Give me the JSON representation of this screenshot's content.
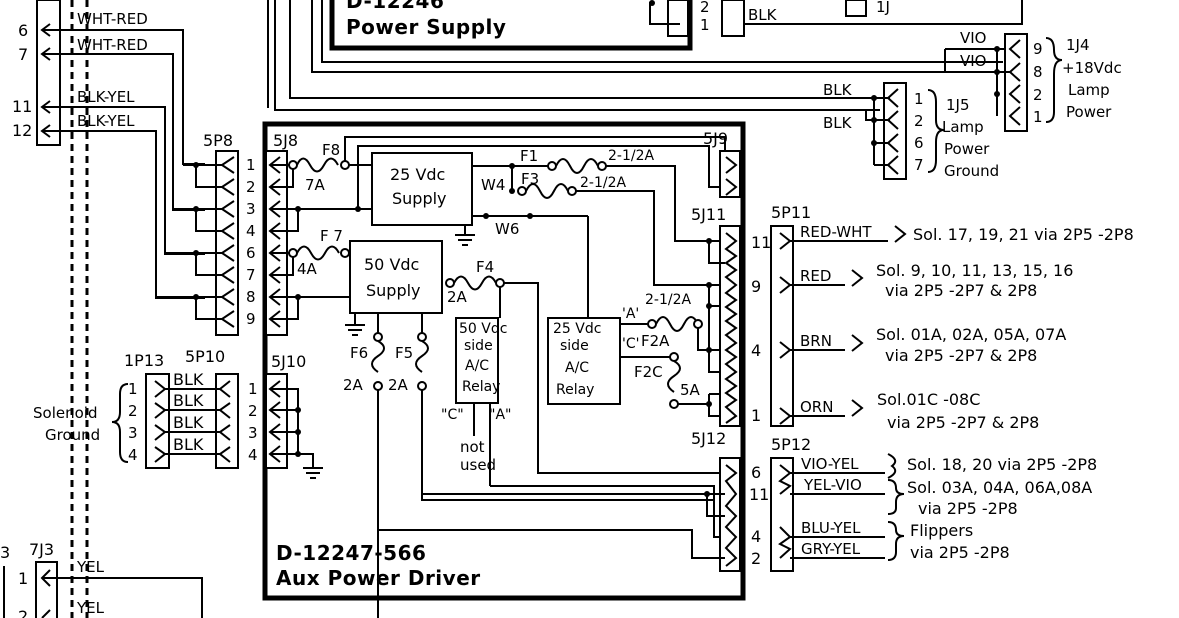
{
  "diagram": {
    "type": "wiring-schematic",
    "boards": {
      "power_supply": {
        "part_number": "D-12246",
        "name": "Power Supply"
      },
      "aux_power_driver": {
        "part_number": "D-12247-566",
        "name": "Aux Power Driver"
      }
    },
    "left_connector": {
      "pins": [
        "6",
        "7",
        "11",
        "12"
      ],
      "wires": [
        "WHT-RED",
        "WHT-RED",
        "BLK-YEL",
        "BLK-YEL"
      ]
    },
    "top_connectors": {
      "pins_a": [
        "2",
        "1"
      ],
      "wire_blk": "BLK",
      "label_1j": "1J"
    },
    "lamp_power": {
      "connector": "1J4",
      "voltage": "+18Vdc",
      "desc_1": "Lamp",
      "desc_2": "Power",
      "pins": [
        "9",
        "8",
        "2",
        "1"
      ],
      "wires": [
        "VIO",
        "VIO"
      ]
    },
    "lamp_ground": {
      "connector": "1J5",
      "desc_1": "Lamp",
      "desc_2": "Power",
      "desc_3": "Ground",
      "pins": [
        "1",
        "2",
        "6",
        "7"
      ],
      "wires": [
        "BLK",
        "BLK"
      ]
    },
    "p5p8": {
      "label": "5P8",
      "pins": [
        "1",
        "2",
        "3",
        "4",
        "6",
        "7",
        "8",
        "9"
      ]
    },
    "j5j8": {
      "label": "5J8"
    },
    "j5j9": {
      "label": "5J9"
    },
    "j5j10": {
      "label": "5J10",
      "pins": [
        "1",
        "2",
        "3",
        "4"
      ]
    },
    "j5j11": {
      "label": "5J11",
      "pins": [
        "11",
        "9",
        "4",
        "1"
      ]
    },
    "j5j12": {
      "label": "5J12",
      "pins": [
        "6",
        "11",
        "4",
        "2"
      ]
    },
    "supplies": {
      "s25": {
        "line1": "25 Vdc",
        "line2": "Supply"
      },
      "s50": {
        "line1": "50 Vdc",
        "line2": "Supply"
      }
    },
    "relays": {
      "r50": {
        "line1": "50 Vdc",
        "line2": "side",
        "line3": "A/C",
        "line4": "Relay",
        "tap_c": "\"C\"",
        "tap_a": "\"A\"",
        "note_1": "not",
        "note_2": "used"
      },
      "r25": {
        "line1": "25 Vdc",
        "line2": "side",
        "line3": "A/C",
        "line4": "Relay",
        "tap_a": "'A'",
        "tap_c": "'C'"
      }
    },
    "fuses": {
      "f1": {
        "name": "F1",
        "rating": "2-1/2A"
      },
      "f2a": {
        "name": "F2A",
        "rating": "2-1/2A"
      },
      "f2c": {
        "name": "F2C",
        "rating": "5A"
      },
      "f3": {
        "name": "F3",
        "rating": "2-1/2A"
      },
      "f4": {
        "name": "F4",
        "rating": "2A"
      },
      "f5": {
        "name": "F5",
        "rating": "2A"
      },
      "f6": {
        "name": "F6",
        "rating": "2A"
      },
      "f7": {
        "name": "F 7",
        "rating": "4A"
      },
      "f8": {
        "name": "F8",
        "rating": "7A"
      }
    },
    "jumpers": {
      "w4": "W4",
      "w6": "W6"
    },
    "p5p11": {
      "label": "5P11",
      "rows": [
        {
          "wire": "RED-WHT",
          "dest_1": "Sol. 17, 19, 21 via 2P5 -2P8",
          "dest_2": ""
        },
        {
          "wire": "RED",
          "dest_1": "Sol. 9, 10, 11, 13, 15, 16",
          "dest_2": "via 2P5 -2P7 & 2P8"
        },
        {
          "wire": "BRN",
          "dest_1": "Sol. 01A, 02A, 05A, 07A",
          "dest_2": "via 2P5 -2P7 & 2P8"
        },
        {
          "wire": "ORN",
          "dest_1": "Sol.01C -08C",
          "dest_2": "via 2P5 -2P7 & 2P8"
        }
      ]
    },
    "p5p12": {
      "label": "5P12",
      "wires": [
        "VIO-YEL",
        "YEL-VIO",
        "BLU-YEL",
        "GRY-YEL"
      ],
      "dest_a": "Sol. 18, 20 via 2P5 -2P8",
      "dest_b_1": "Sol. 03A, 04A, 06A,08A",
      "dest_b_2": "via 2P5 -2P8",
      "dest_c_1": "Flippers",
      "dest_c_2": "via 2P5 -2P8"
    },
    "solenoid_ground": {
      "label_1": "Solenoid",
      "label_2": "Ground",
      "conn_left": "1P13",
      "conn_right": "5P10",
      "pins": [
        "1",
        "2",
        "3",
        "4"
      ],
      "wires": [
        "BLK",
        "BLK",
        "BLK",
        "BLK"
      ]
    },
    "j7j3": {
      "label": "7J3",
      "pins": [
        "1",
        "2"
      ],
      "wires": [
        "YEL",
        "YEL"
      ],
      "left_partial": "3"
    }
  }
}
